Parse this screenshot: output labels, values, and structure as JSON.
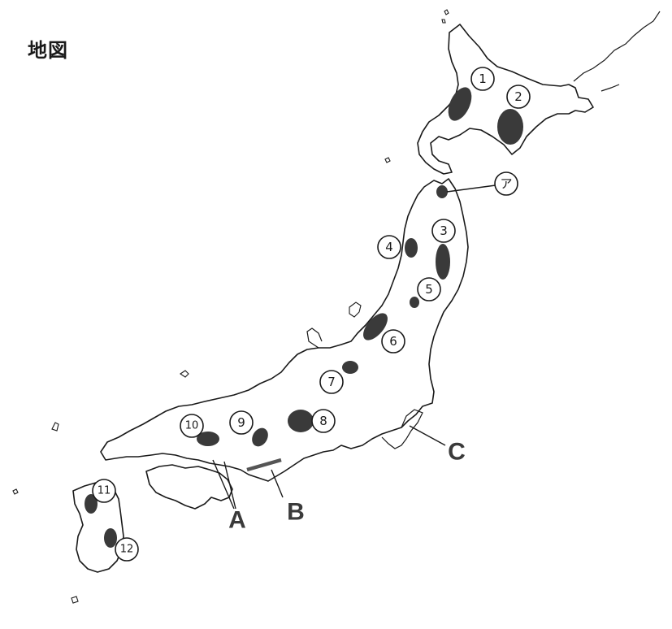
{
  "title": "地図",
  "markers": [
    {
      "id": "1",
      "label": "1"
    },
    {
      "id": "2",
      "label": "2"
    },
    {
      "id": "3",
      "label": "3"
    },
    {
      "id": "4",
      "label": "4"
    },
    {
      "id": "5",
      "label": "5"
    },
    {
      "id": "6",
      "label": "6"
    },
    {
      "id": "7",
      "label": "7"
    },
    {
      "id": "8",
      "label": "8"
    },
    {
      "id": "9",
      "label": "9"
    },
    {
      "id": "10",
      "label": "10"
    },
    {
      "id": "11",
      "label": "11"
    },
    {
      "id": "12",
      "label": "12"
    },
    {
      "id": "a",
      "label": "ア"
    }
  ],
  "letters": {
    "A": "A",
    "B": "B",
    "C": "C"
  }
}
